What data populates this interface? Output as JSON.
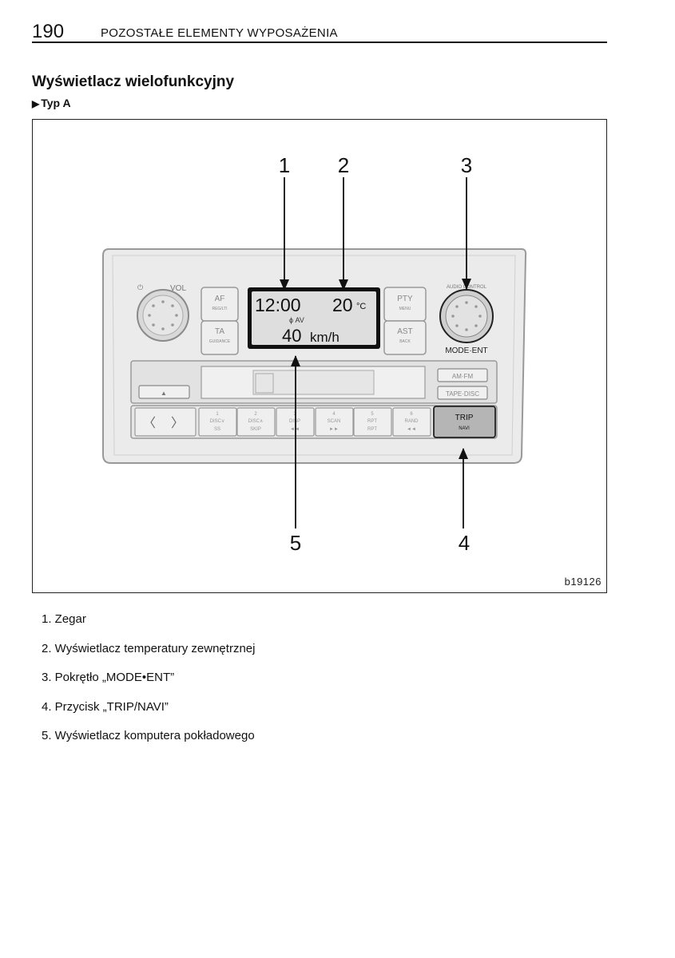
{
  "header": {
    "page_number": "190",
    "running_title": "POZOSTAŁE ELEMENTY WYPOSAŻENIA"
  },
  "section": {
    "title": "Wyświetlacz wielofunkcyjny",
    "subtype": "Typ A",
    "subtype_marker_icon": "right-triangle-icon"
  },
  "figure": {
    "code": "b19126",
    "callouts": [
      "1",
      "2",
      "3",
      "4",
      "5"
    ],
    "panel": {
      "vol_label": "VOL",
      "power_symbol": "⏻",
      "audio_control_label": "AUDIO CONTROL",
      "mode_ent_label": "MODE·ENT",
      "left_buttons": [
        {
          "main": "AF",
          "sub": "REG/LTI"
        },
        {
          "main": "TA",
          "sub": "GUIDANCE"
        }
      ],
      "right_buttons": [
        {
          "main": "PTY",
          "sub": "MENU"
        },
        {
          "main": "AST",
          "sub": "BACK"
        }
      ],
      "display": {
        "clock": "12:00",
        "temperature": "20",
        "temperature_unit": "°C",
        "middle": "ϕ  AV",
        "speed": "40",
        "speed_unit": "km/h"
      },
      "eject_symbol": "▲",
      "band_buttons": [
        "AM·FM",
        "TAPE·DISC"
      ],
      "seek_symbols": [
        "〈",
        "〉"
      ],
      "presets": [
        {
          "num": "1",
          "top": "DISC∨",
          "bot": "SS"
        },
        {
          "num": "2",
          "top": "DISC∧",
          "bot": "SKIP"
        },
        {
          "num": "3",
          "top": "DISP",
          "bot": "◄◄"
        },
        {
          "num": "4",
          "top": "SCAN",
          "bot": "►►"
        },
        {
          "num": "5",
          "top": "RPT",
          "bot": "RPT"
        },
        {
          "num": "6",
          "top": "RAND",
          "bot": "◄◄"
        }
      ],
      "trip_button": {
        "main": "TRIP",
        "sub": "NAVI"
      }
    }
  },
  "legend": [
    "1. Zegar",
    "2. Wyświetlacz temperatury zewnętrznej",
    "3. Pokrętło „MODE•ENT”",
    "4. Przycisk „TRIP/NAVI”",
    "5. Wyświetlacz komputera pokładowego"
  ]
}
